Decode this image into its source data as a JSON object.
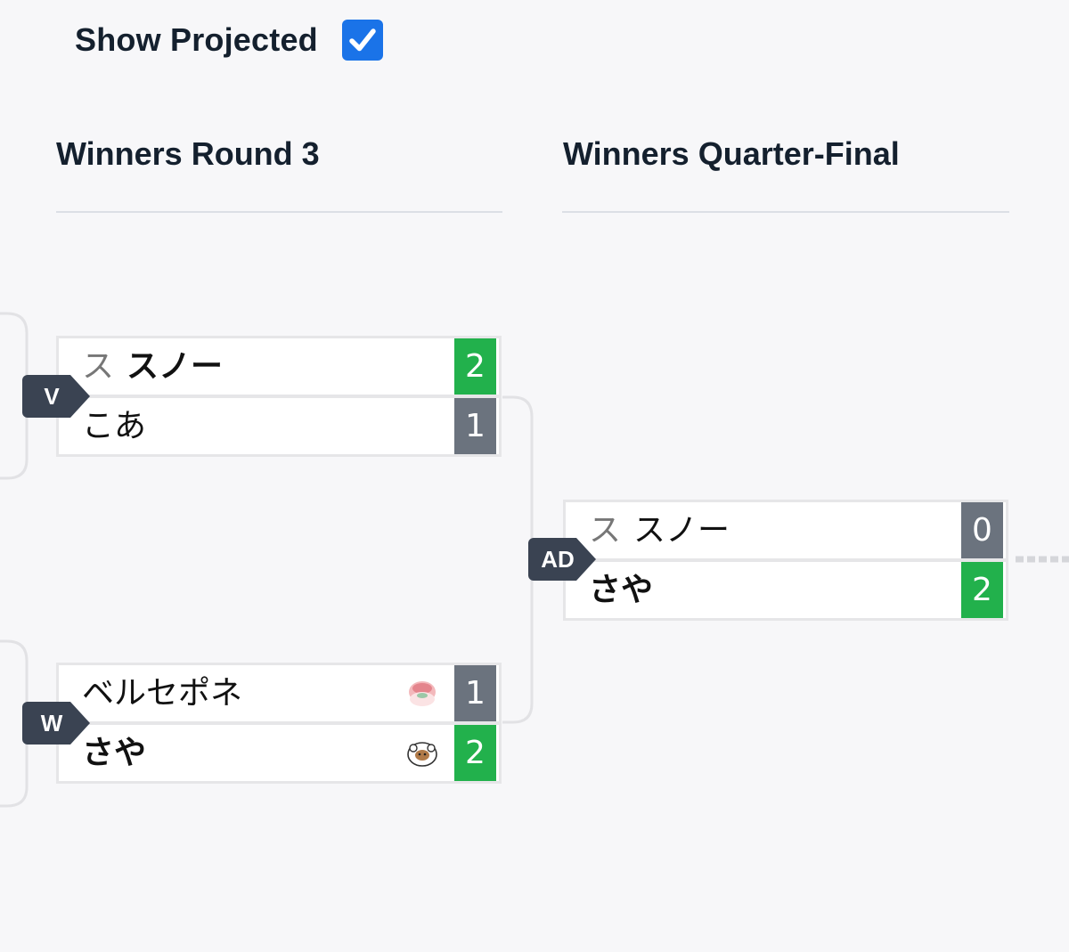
{
  "show_projected": {
    "label": "Show Projected",
    "checked": true
  },
  "rounds": [
    {
      "title": "Winners Round 3"
    },
    {
      "title": "Winners Quarter-Final"
    }
  ],
  "matches": {
    "v": {
      "id": "V",
      "top": {
        "tag": "ス",
        "name": "スノー",
        "score": "2",
        "winner": true
      },
      "bottom": {
        "name": "こあ",
        "score": "1",
        "winner": false
      }
    },
    "w": {
      "id": "W",
      "top": {
        "name": "ベルセポネ",
        "score": "1",
        "winner": false,
        "character_icon": "pink-character-icon"
      },
      "bottom": {
        "name": "さや",
        "score": "2",
        "winner": true,
        "character_icon": "white-character-icon"
      }
    },
    "ad": {
      "id": "AD",
      "top": {
        "tag": "ス",
        "name": "スノー",
        "score": "0",
        "winner": false
      },
      "bottom": {
        "name": "さや",
        "score": "2",
        "winner": true
      }
    }
  },
  "colors": {
    "win_score": "#22b14c",
    "lose_score": "#6b737e",
    "match_id_bg": "#3a4352",
    "checkbox": "#1a73e8",
    "connector": "#e2e2e5"
  }
}
